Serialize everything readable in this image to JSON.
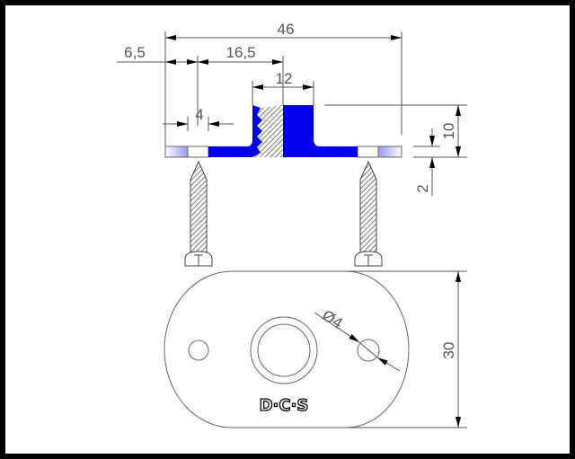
{
  "drawing": {
    "dimensions": {
      "overall_width": "46",
      "edge_to_hole": "6,5",
      "hole_to_center": "16,5",
      "boss_diameter": "12",
      "hole_width": "4",
      "height": "10",
      "plate_thickness": "2",
      "plate_depth": "30",
      "hole_diameter": "Ø4"
    },
    "logo": "D·C·S",
    "colors": {
      "section": "#0000ff",
      "background": "#ffffff",
      "border": "#000000"
    }
  }
}
